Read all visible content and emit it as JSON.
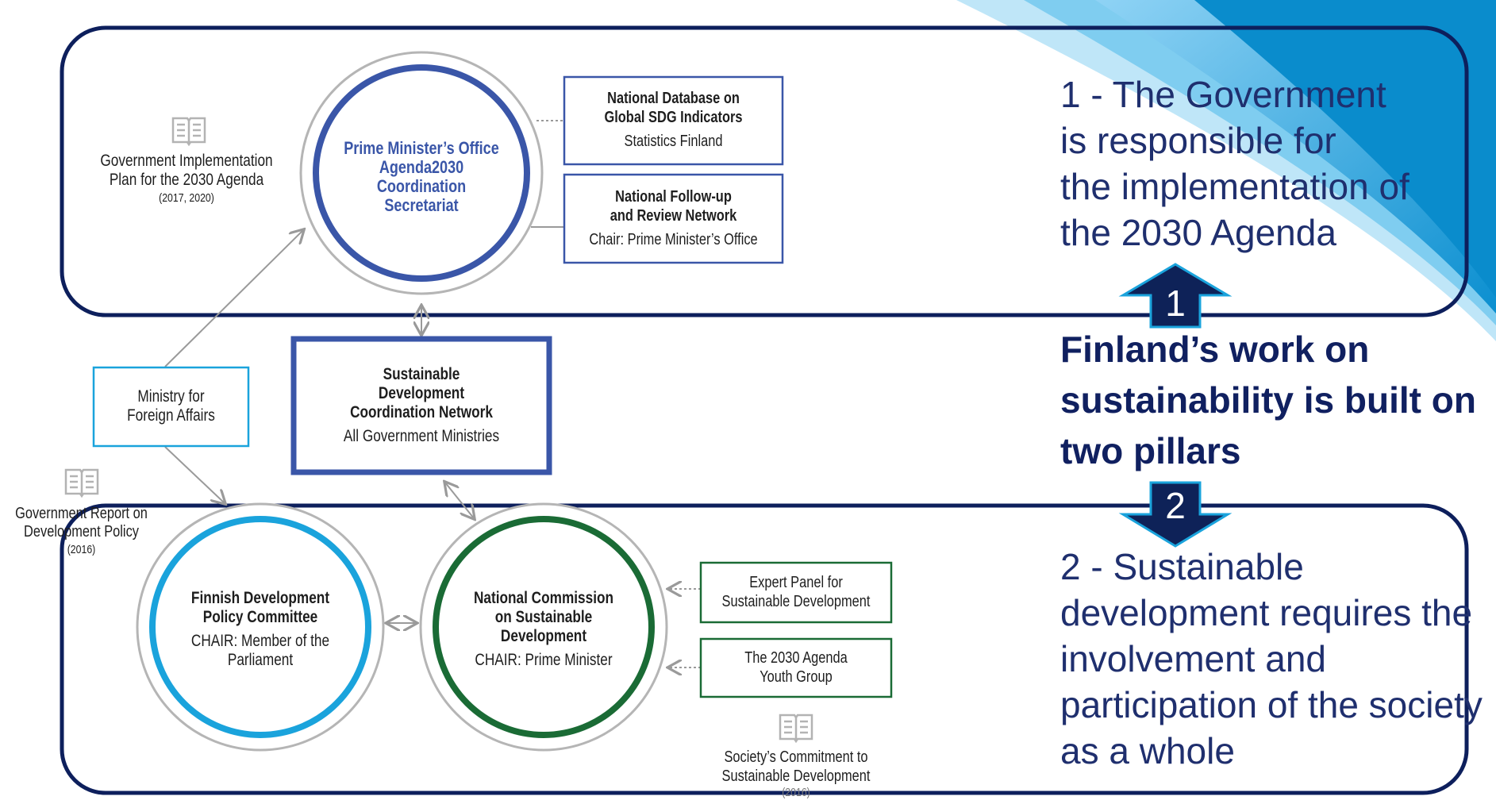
{
  "colors": {
    "navy": "#102060",
    "frame": "#0d1f5c",
    "pm_blue": "#3a56a8",
    "light_blue": "#1aa3dc",
    "green": "#1a6b35",
    "gray": "#9a9a9a",
    "text_dark": "#1e1e1e"
  },
  "icons": [
    "book-icon"
  ],
  "diagram": {
    "gov_plan": {
      "line1": "Government Implementation",
      "line2": "Plan for the 2030 Agenda",
      "years": "(2017, 2020)"
    },
    "pm_office": {
      "line1": "Prime Minister’s Office",
      "line2": "Agenda2030",
      "line3": "Coordination",
      "line4": "Secretariat"
    },
    "database": {
      "line1": "National Database on",
      "line2": "Global SDG Indicators",
      "line3": "Statistics Finland"
    },
    "followup": {
      "line1": "National Follow-up",
      "line2": "and Review Network",
      "line3": "Chair: Prime Minister’s Office"
    },
    "ministry": {
      "line1": "Ministry for",
      "line2": "Foreign Affairs"
    },
    "sdcn": {
      "line1": "Sustainable",
      "line2": "Development",
      "line3": "Coordination Network",
      "line4": "All Government Ministries"
    },
    "gov_report": {
      "line1": "Government Report on",
      "line2": "Development Policy",
      "year": "(2016)"
    },
    "fdpc": {
      "line1": "Finnish Development",
      "line2": "Policy Committee",
      "line3": "CHAIR: Member of the",
      "line4": "Parliament"
    },
    "ncsd": {
      "line1": "National Commission",
      "line2": "on Sustainable",
      "line3": "Development",
      "line4": "CHAIR: Prime Minister"
    },
    "expert": {
      "line1": "Expert Panel for",
      "line2": "Sustainable Development"
    },
    "youth": {
      "line1": "The 2030 Agenda",
      "line2": "Youth Group"
    },
    "society": {
      "line1": "Society’s Commitment to",
      "line2": "Sustainable Development",
      "year": "(2016)"
    }
  },
  "pillar1": {
    "number": "1",
    "lines": [
      "1 - The Government",
      "is responsible for",
      "the implementation of",
      "the 2030 Agenda"
    ]
  },
  "headline": {
    "lines": [
      "Finland’s work on",
      "sustainability is built on",
      "two pillars"
    ]
  },
  "pillar2": {
    "number": "2",
    "lines": [
      "2 - Sustainable",
      "development requires the",
      "involvement and",
      "participation of the society",
      "as a whole"
    ]
  }
}
